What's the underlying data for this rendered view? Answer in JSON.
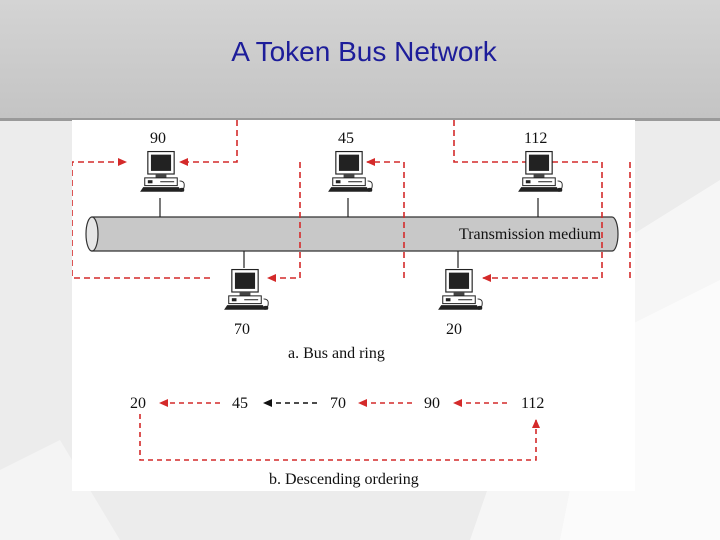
{
  "slide": {
    "title": "A Token Bus Network"
  },
  "diagram": {
    "bus_label": "Transmission medium",
    "stations": [
      {
        "id": "90"
      },
      {
        "id": "45"
      },
      {
        "id": "112"
      },
      {
        "id": "70"
      },
      {
        "id": "20"
      }
    ],
    "ordering": [
      "20",
      "45",
      "70",
      "90",
      "112"
    ],
    "caption_a": "a. Bus and ring",
    "caption_b": "b. Descending ordering"
  },
  "colors": {
    "title": "#1d1d9a",
    "ring": "#d42a2a",
    "bus": "#c8c8c8"
  }
}
